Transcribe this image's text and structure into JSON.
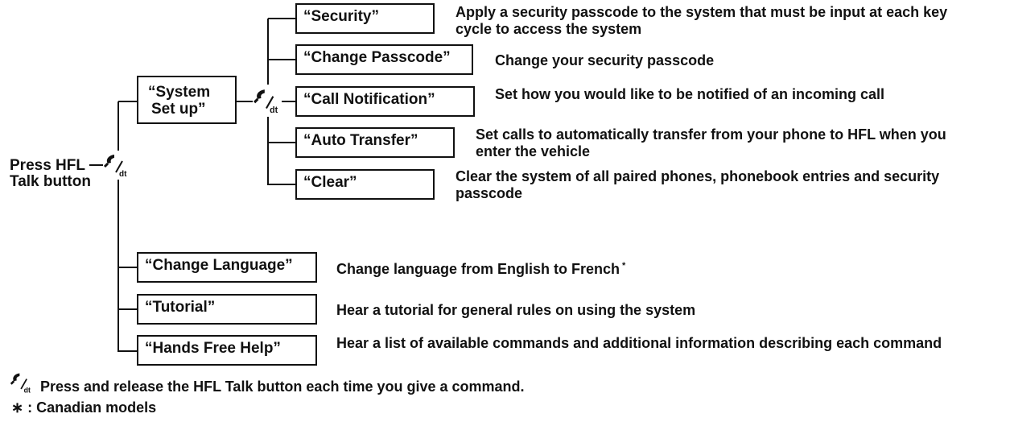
{
  "root": {
    "line1": "Press HFL",
    "line2": "Talk button"
  },
  "system_setup": {
    "label_line1": "“System",
    "label_line2": "Set up”",
    "items": [
      {
        "label": "“Security”",
        "desc_line1": "Apply a security passcode to the system that must be input at each key",
        "desc_line2": "cycle to access the system"
      },
      {
        "label": "“Change Passcode”",
        "desc_line1": "Change your security passcode"
      },
      {
        "label": "“Call Notification”",
        "desc_line1": "Set how you would like to be notified of an incoming call"
      },
      {
        "label": "“Auto Transfer”",
        "desc_line1": "Set calls to automatically transfer from your phone to HFL when you",
        "desc_line2": "enter the vehicle"
      },
      {
        "label": "“Clear”",
        "desc_line1": "Clear the system of all paired phones, phonebook entries and security",
        "desc_line2": "passcode"
      }
    ]
  },
  "main_items": [
    {
      "label": "“Change Language”",
      "desc": "Change language from English to French",
      "note": "*"
    },
    {
      "label": "“Tutorial”",
      "desc": "Hear a tutorial for general rules on using the system"
    },
    {
      "label": "“Hands Free Help”",
      "desc": "Hear a list of available commands and additional information describing each command"
    }
  ],
  "footer": {
    "talk_note": "Press and release the HFL Talk button each time you give a command.",
    "asterisk_symbol": "∗",
    "asterisk_note": ": Canadian models"
  },
  "icons": {
    "talk_button": "hfl-talk-button-icon"
  }
}
